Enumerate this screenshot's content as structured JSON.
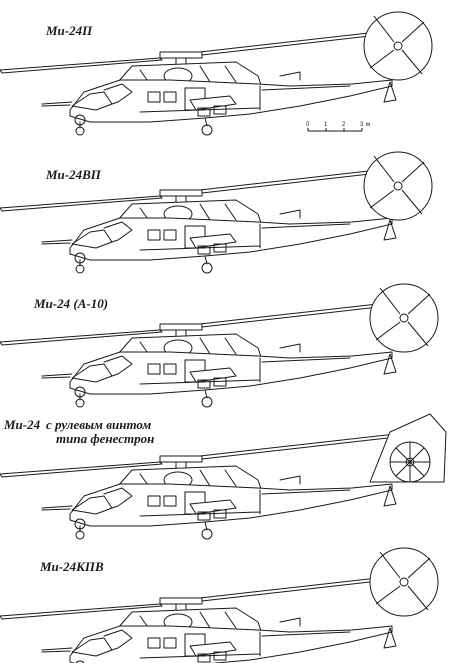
{
  "figure": {
    "variants": [
      {
        "label": "Ми-24П"
      },
      {
        "label": "Ми-24ВП"
      },
      {
        "label": "Ми-24 (А-10)"
      },
      {
        "label": "Ми-24",
        "note_line1": "с рулевым винтом",
        "note_line2": "типа фенестрон"
      },
      {
        "label": "Ми-24КПВ"
      }
    ],
    "scale": {
      "ticks": [
        "0",
        "1",
        "2",
        "3"
      ],
      "unit": "м"
    }
  },
  "colors": {
    "ink": "#1a1a1a",
    "paper": "#ffffff"
  }
}
